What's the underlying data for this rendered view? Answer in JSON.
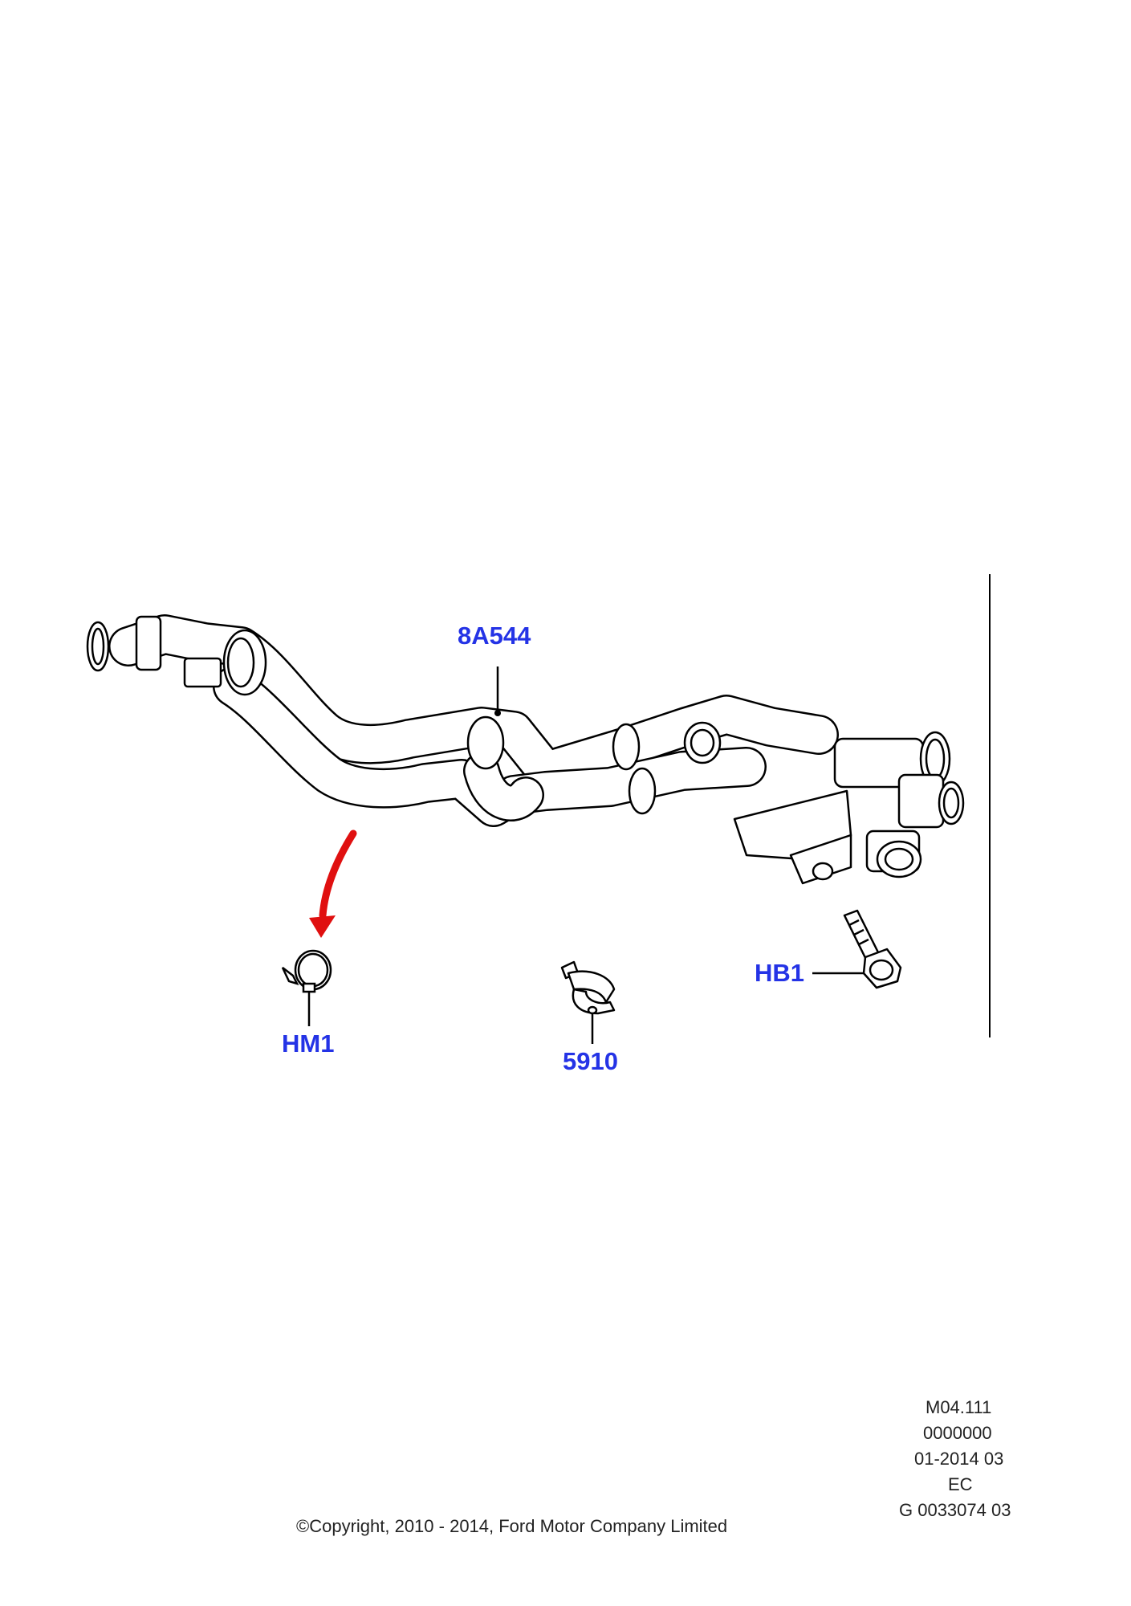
{
  "callouts": {
    "hose": "8A544",
    "clamp_ring": "HM1",
    "clip": "5910",
    "bolt": "HB1"
  },
  "info_block": {
    "line1": "M04.111",
    "line2": "0000000",
    "line3": "01-2014 03",
    "line4": "EC",
    "line5": "G 0033074 03"
  },
  "copyright": "©Copyright, 2010 - 2014, Ford Motor Company Limited",
  "colors": {
    "callout": "#2433e6",
    "arrow": "#e01010",
    "line": "#000000"
  }
}
